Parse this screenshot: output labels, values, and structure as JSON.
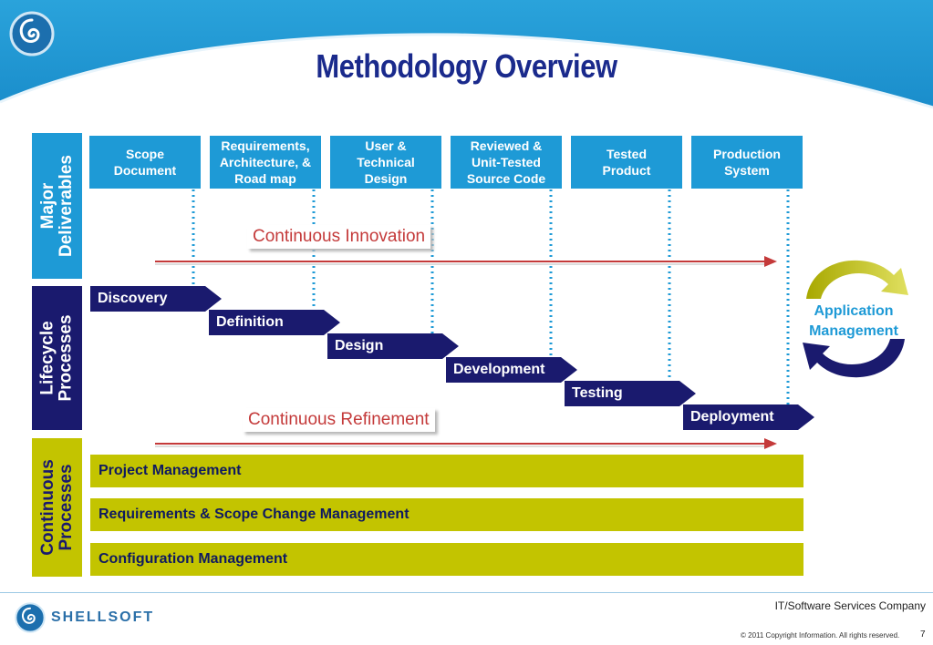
{
  "title": "Methodology Overview",
  "side_labels": {
    "deliverables": "Major\nDeliverables",
    "lifecycle": "Lifecycle\nProcesses",
    "continuous": "Continuous\nProcesses"
  },
  "deliverables": [
    "Scope\nDocument",
    "Requirements,\nArchitecture, &\nRoad map",
    "User &\nTechnical\nDesign",
    "Reviewed &\nUnit-Tested\nSource Code",
    "Tested\nProduct",
    "Production\nSystem"
  ],
  "callouts": {
    "innovation": "Continuous Innovation",
    "refinement": "Continuous Refinement"
  },
  "phases": [
    "Discovery",
    "Definition",
    "Design",
    "Development",
    "Testing",
    "Deployment"
  ],
  "continuous_processes": [
    "Project Management",
    "Requirements & Scope Change Management",
    "Configuration Management"
  ],
  "application_management": "Application\nManagement",
  "footer": {
    "brand": "SHELLSOFT",
    "company": "IT/Software Services Company",
    "copyright": "© 2011 Copyright Information. All rights reserved.",
    "page": "7"
  },
  "colors": {
    "header_blue": "#1e9ad6",
    "navy": "#1a1a6e",
    "olive": "#c3c400",
    "callout_red": "#c43a3a"
  }
}
